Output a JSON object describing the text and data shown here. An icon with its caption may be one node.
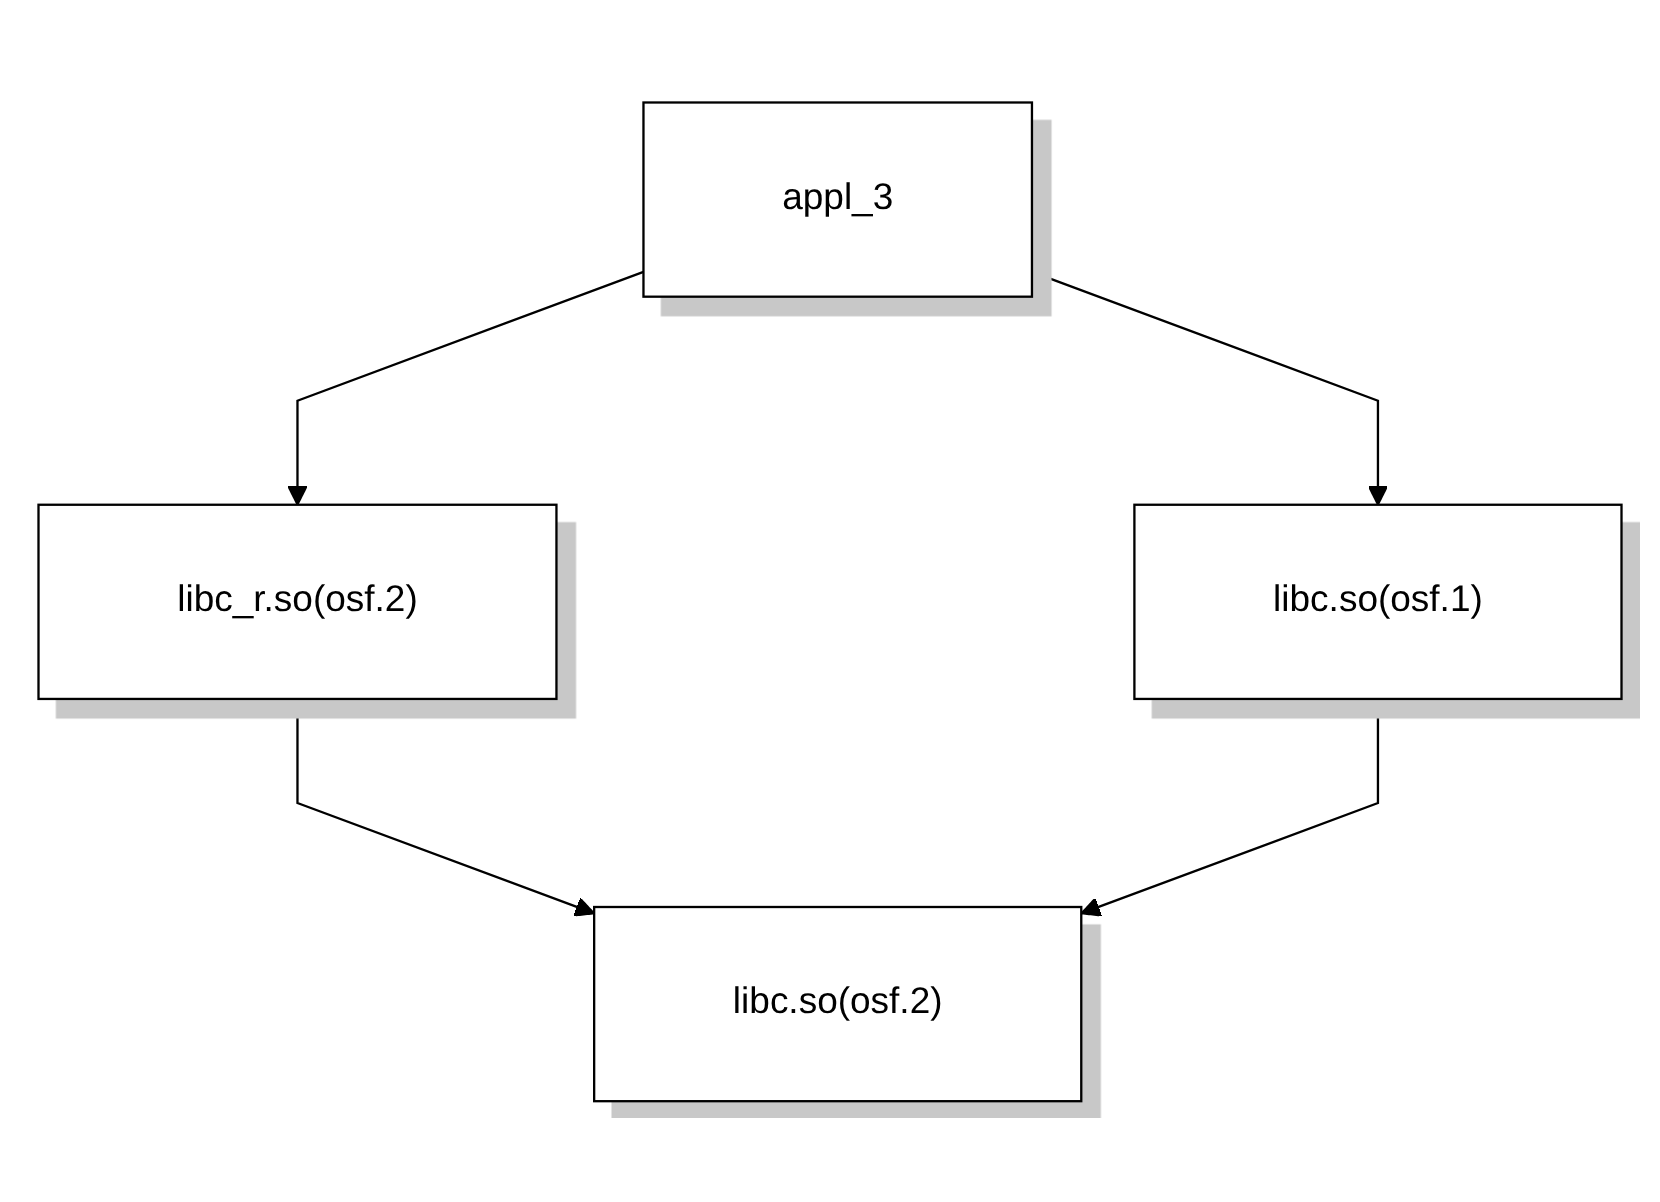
{
  "diagram": {
    "nodes": [
      {
        "text": [
          "appl_3"
        ]
      },
      {
        "text": [
          "libc_r.so(osf.2)"
        ]
      },
      {
        "text": [
          "libc.so(osf.1)"
        ]
      },
      {
        "text": [
          "libc.so(osf.2)"
        ]
      }
    ],
    "edges": [
      {
        "from": 0,
        "to": 1,
        "arrow": "to"
      },
      {
        "from": 0,
        "to": 2,
        "arrow": "to"
      },
      {
        "from": 1,
        "to": 3,
        "arrow": "to"
      },
      {
        "from": 2,
        "to": 3,
        "arrow": "to"
      }
    ]
  }
}
